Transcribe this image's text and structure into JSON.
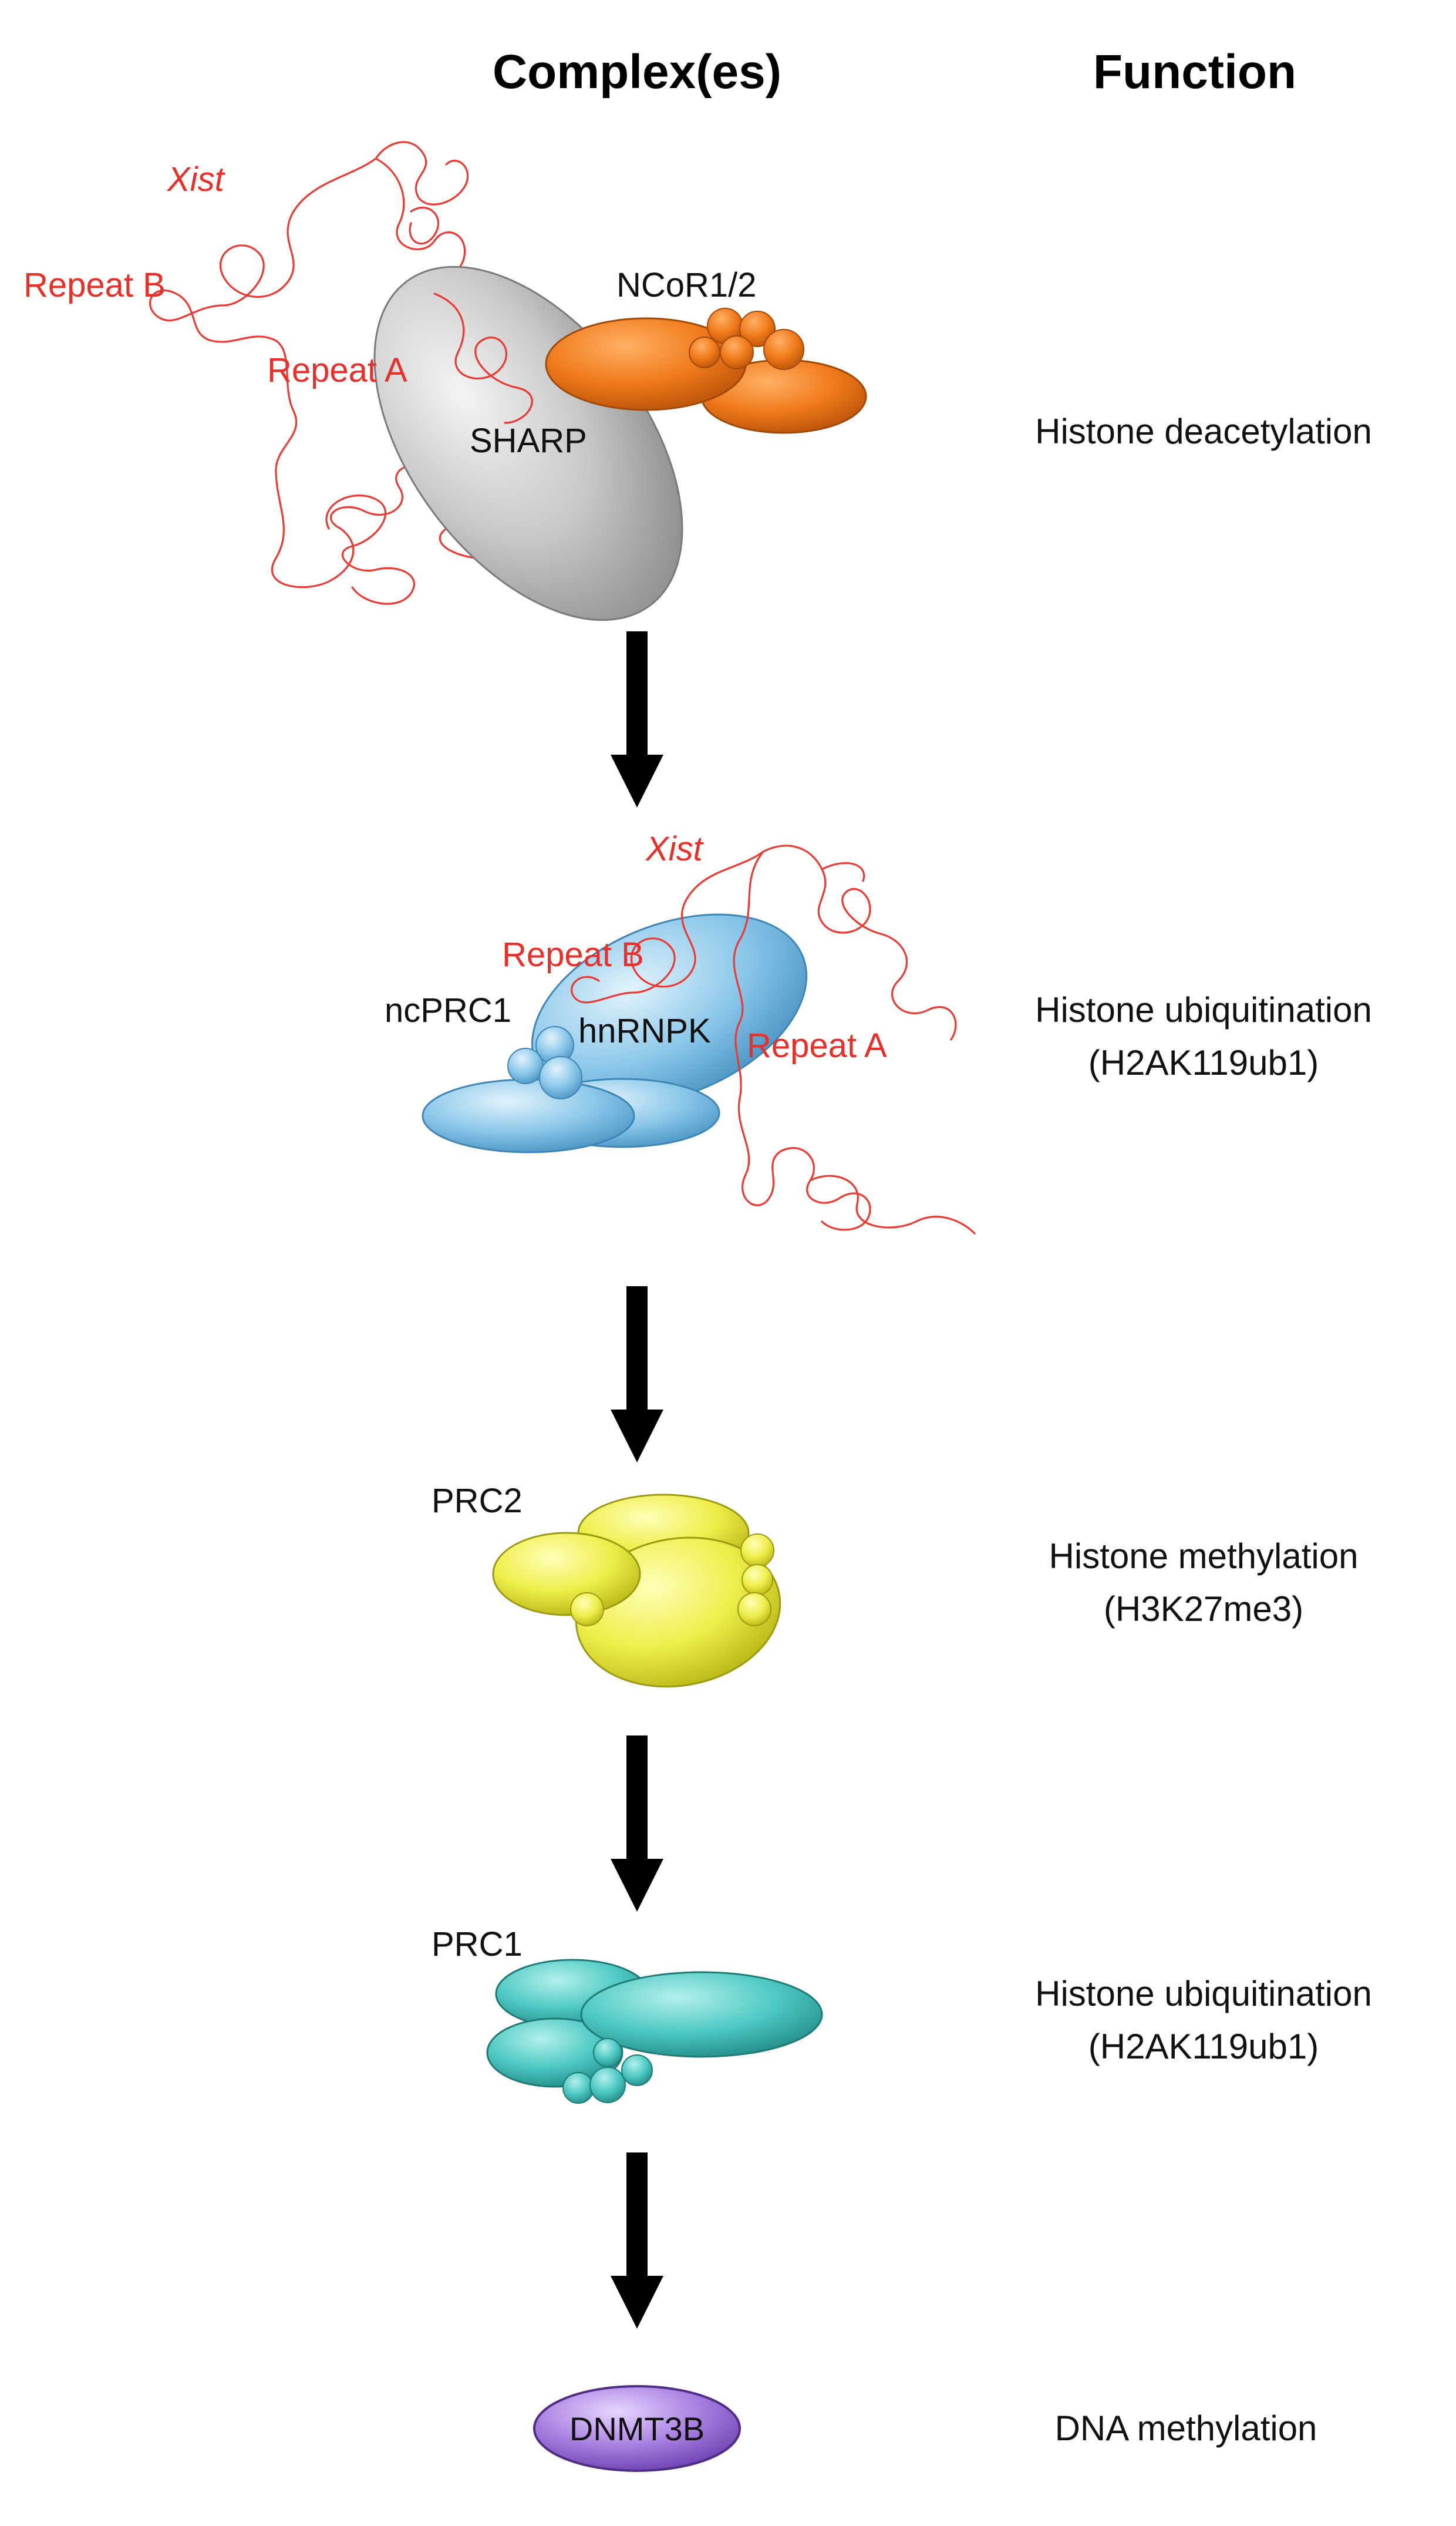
{
  "headers": {
    "complexes": "Complex(es)",
    "function": "Function"
  },
  "steps": [
    {
      "xist_label": "Xist",
      "repeat_b_label": "Repeat B",
      "repeat_a_label": "Repeat A",
      "complex_labels": [
        "NCoR1/2",
        "SHARP"
      ],
      "function": [
        "Histone deacetylation"
      ],
      "colors": {
        "sharp": "#bdbdbd",
        "ncor": "#f07a1a",
        "rna": "#ec3a33"
      }
    },
    {
      "xist_label": "Xist",
      "repeat_b_label": "Repeat B",
      "repeat_a_label": "Repeat A",
      "complex_labels": [
        "ncPRC1",
        "hnRNPK"
      ],
      "function": [
        "Histone ubiquitination",
        "(H2AK119ub1)"
      ],
      "colors": {
        "complex": "#8cc8ea"
      }
    },
    {
      "complex_labels": [
        "PRC2"
      ],
      "function": [
        "Histone methylation",
        "(H3K27me3)"
      ],
      "colors": {
        "complex": "#eeee4a"
      }
    },
    {
      "complex_labels": [
        "PRC1"
      ],
      "function": [
        "Histone ubiquitination",
        "(H2AK119ub1)"
      ],
      "colors": {
        "complex": "#4ec9c3"
      }
    },
    {
      "complex_labels": [
        "DNMT3B"
      ],
      "function": [
        "DNA methylation"
      ],
      "colors": {
        "complex": "#a77ee0"
      }
    }
  ]
}
